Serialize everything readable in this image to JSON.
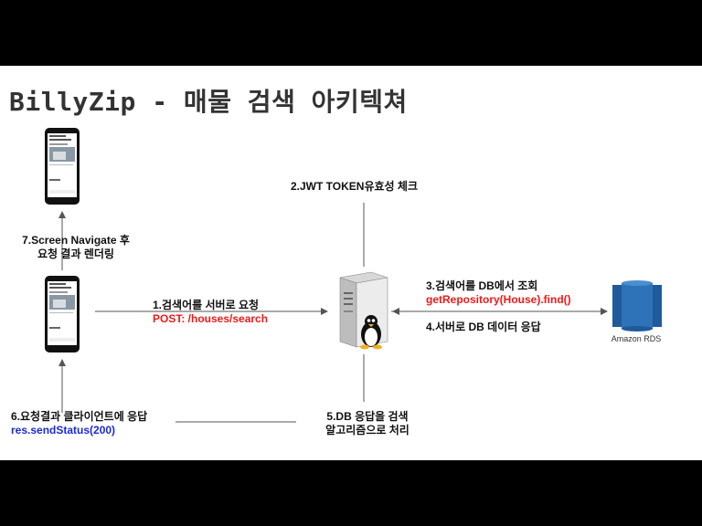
{
  "title": "BillyZip - 매물 검색 아키텍쳐",
  "steps": {
    "s1_line1": "1.검색어를 서버로 요청",
    "s1_line2": "POST: /houses/search",
    "s2": "2.JWT TOKEN유효성 체크",
    "s3_line1": "3.검색어를 DB에서 조회",
    "s3_line2": "getRepository(House).find()",
    "s4": "4.서버로 DB 데이터 응답",
    "s5_line1": "5.DB 응답을 검색",
    "s5_line2": "알고리즘으로 처리",
    "s6_line1": "6.요청결과 클라이언트에 응답",
    "s6_line2": "res.sendStatus(200)",
    "s7_line1": "7.Screen Navigate 후",
    "s7_line2": "요청 결과 렌더링"
  },
  "db_label": "Amazon RDS",
  "colors": {
    "code_red": "#f01818",
    "code_blue": "#1a2ad8",
    "rds_blue": "#2e73b8"
  },
  "icons": [
    "smartphone-icon",
    "server-icon",
    "linux-penguin-icon",
    "amazon-rds-icon"
  ]
}
